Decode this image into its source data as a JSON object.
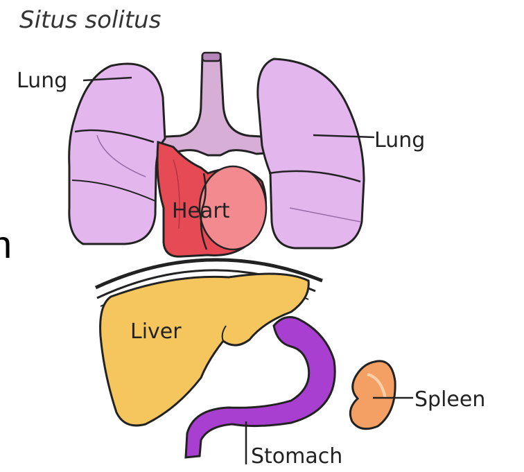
{
  "title": "Situs solitus",
  "edge_glyph": "n",
  "labels": {
    "lung_right": "Lung",
    "lung_left": "Lung",
    "heart": "Heart",
    "liver": "Liver",
    "spleen": "Spleen",
    "stomach": "Stomach"
  },
  "colors": {
    "lung": "#e3b6ee",
    "lung_dark": "#c98fd9",
    "trachea": "#d6aed6",
    "heart": "#e54a55",
    "heart_light": "#f28a8f",
    "liver": "#f6c65e",
    "stomach": "#a83fd0",
    "spleen": "#f4a064",
    "outline": "#222222"
  }
}
